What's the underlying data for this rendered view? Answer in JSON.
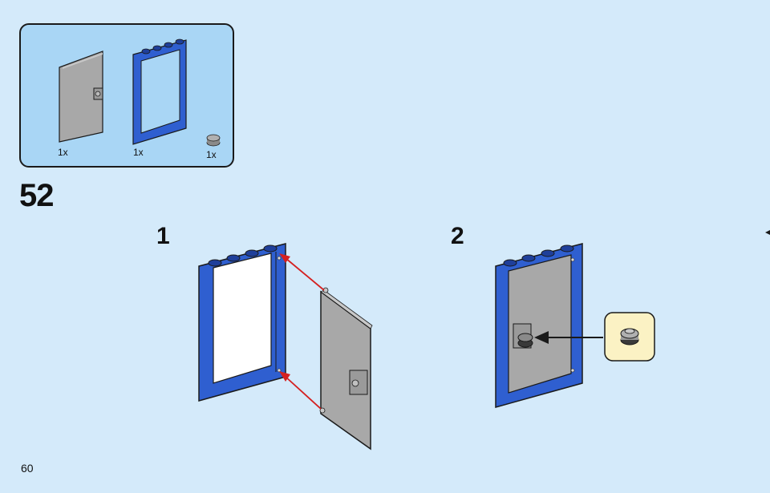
{
  "parts_list": {
    "items": [
      {
        "name": "door",
        "qty": "1x"
      },
      {
        "name": "door-frame",
        "qty": "1x"
      },
      {
        "name": "round-plate",
        "qty": "1x"
      }
    ]
  },
  "step": {
    "number": "52"
  },
  "substeps": [
    {
      "label": "1"
    },
    {
      "label": "2"
    }
  ],
  "page": {
    "number": "60"
  },
  "colors": {
    "background": "#d4eafa",
    "parts_box": "#a9d6f5",
    "brick_blue": "#2f5fd0",
    "door_grey": "#a8a8a8",
    "arrow_red": "#d42020",
    "callout_bg": "#fbf2c4"
  }
}
